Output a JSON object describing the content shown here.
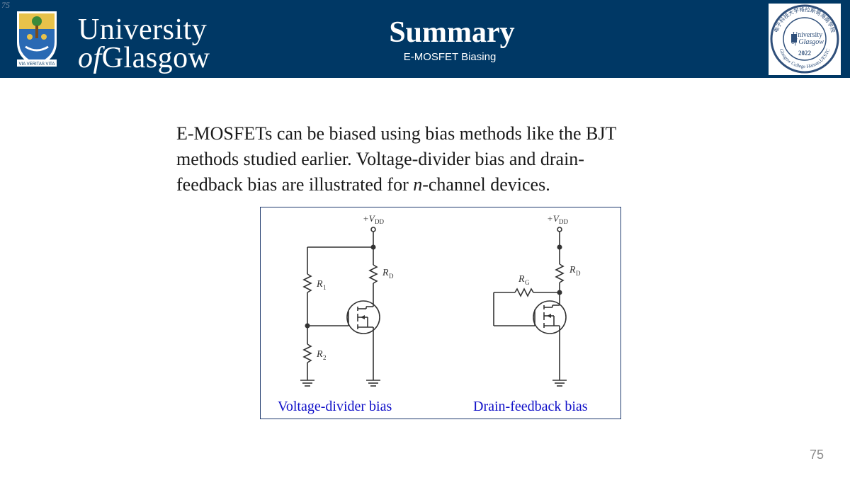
{
  "slide_corner_number": "75",
  "logo": {
    "name_line1": "University",
    "name_of": "of",
    "name_line2": "Glasgow",
    "motto": "VIA VERITAS VITA"
  },
  "header": {
    "title": "Summary",
    "subtitle": "E-MOSFET Biasing"
  },
  "seal": {
    "top_text": "电子科技大学格拉斯哥海南学院",
    "center_line1": "University",
    "center_line2": "of Glasgow",
    "year": "2022",
    "bottom_text": "Glasgow College Hainan,UESTC"
  },
  "body": {
    "line1": "E-MOSFETs can be biased using bias methods like the BJT",
    "line2": "methods studied earlier. Voltage-divider bias and drain-",
    "line3_before": "feedback bias are illustrated for ",
    "line3_italic": "n",
    "line3_after": "-channel devices."
  },
  "figure": {
    "left_circuit": {
      "supply_prefix": "+V",
      "supply_sub": "DD",
      "r1": "R",
      "r1_sub": "1",
      "r2": "R",
      "r2_sub": "2",
      "rd": "R",
      "rd_sub": "D",
      "caption": "Voltage-divider bias"
    },
    "right_circuit": {
      "supply_prefix": "+V",
      "supply_sub": "DD",
      "rd": "R",
      "rd_sub": "D",
      "rg": "R",
      "rg_sub": "G",
      "caption": "Drain-feedback bias"
    }
  },
  "page_number": "75",
  "colors": {
    "header_bg": "#003865",
    "caption_blue": "#1010c8",
    "figure_border": "#1f3a6e"
  }
}
